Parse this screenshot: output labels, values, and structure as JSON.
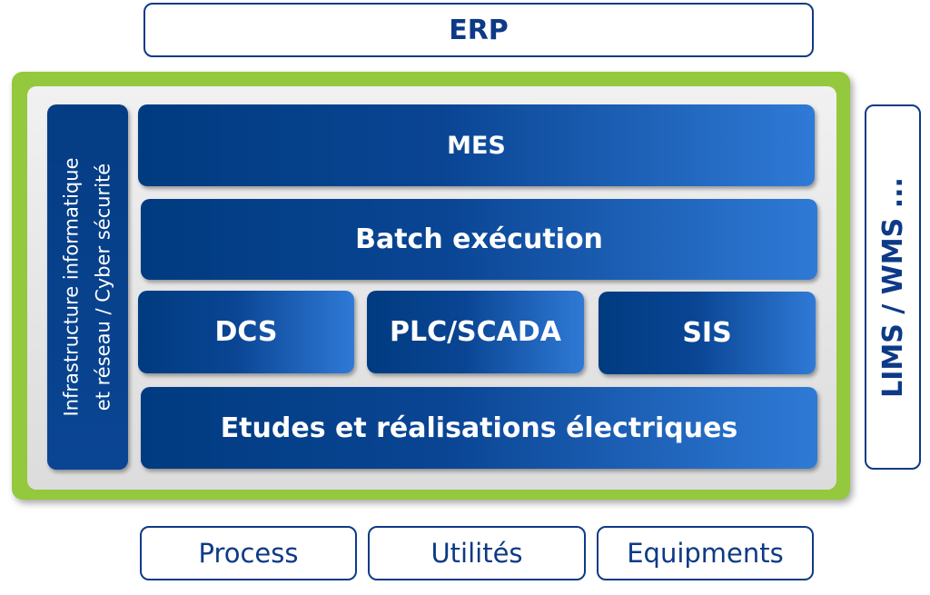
{
  "erp": "ERP",
  "side_right": "LIMS / WMS ...",
  "infra": {
    "line1": "Infrastructure informatique",
    "line2": "et réseau / Cyber sécurité"
  },
  "layers": {
    "mes": "MES",
    "batch": "Batch exécution",
    "dcs": "DCS",
    "plc": "PLC/SCADA",
    "sis": "SIS",
    "etudes": "Etudes et réalisations électriques"
  },
  "bottom": {
    "process": "Process",
    "utilites": "Utilités",
    "equipments": "Equipments"
  },
  "colors": {
    "outline_blue": "#0d3a86",
    "frame_green": "#94c83d",
    "block_dark_blue": "#003b80",
    "block_light_blue": "#2f7ad6",
    "inner_grey": "#e6e6e6"
  }
}
